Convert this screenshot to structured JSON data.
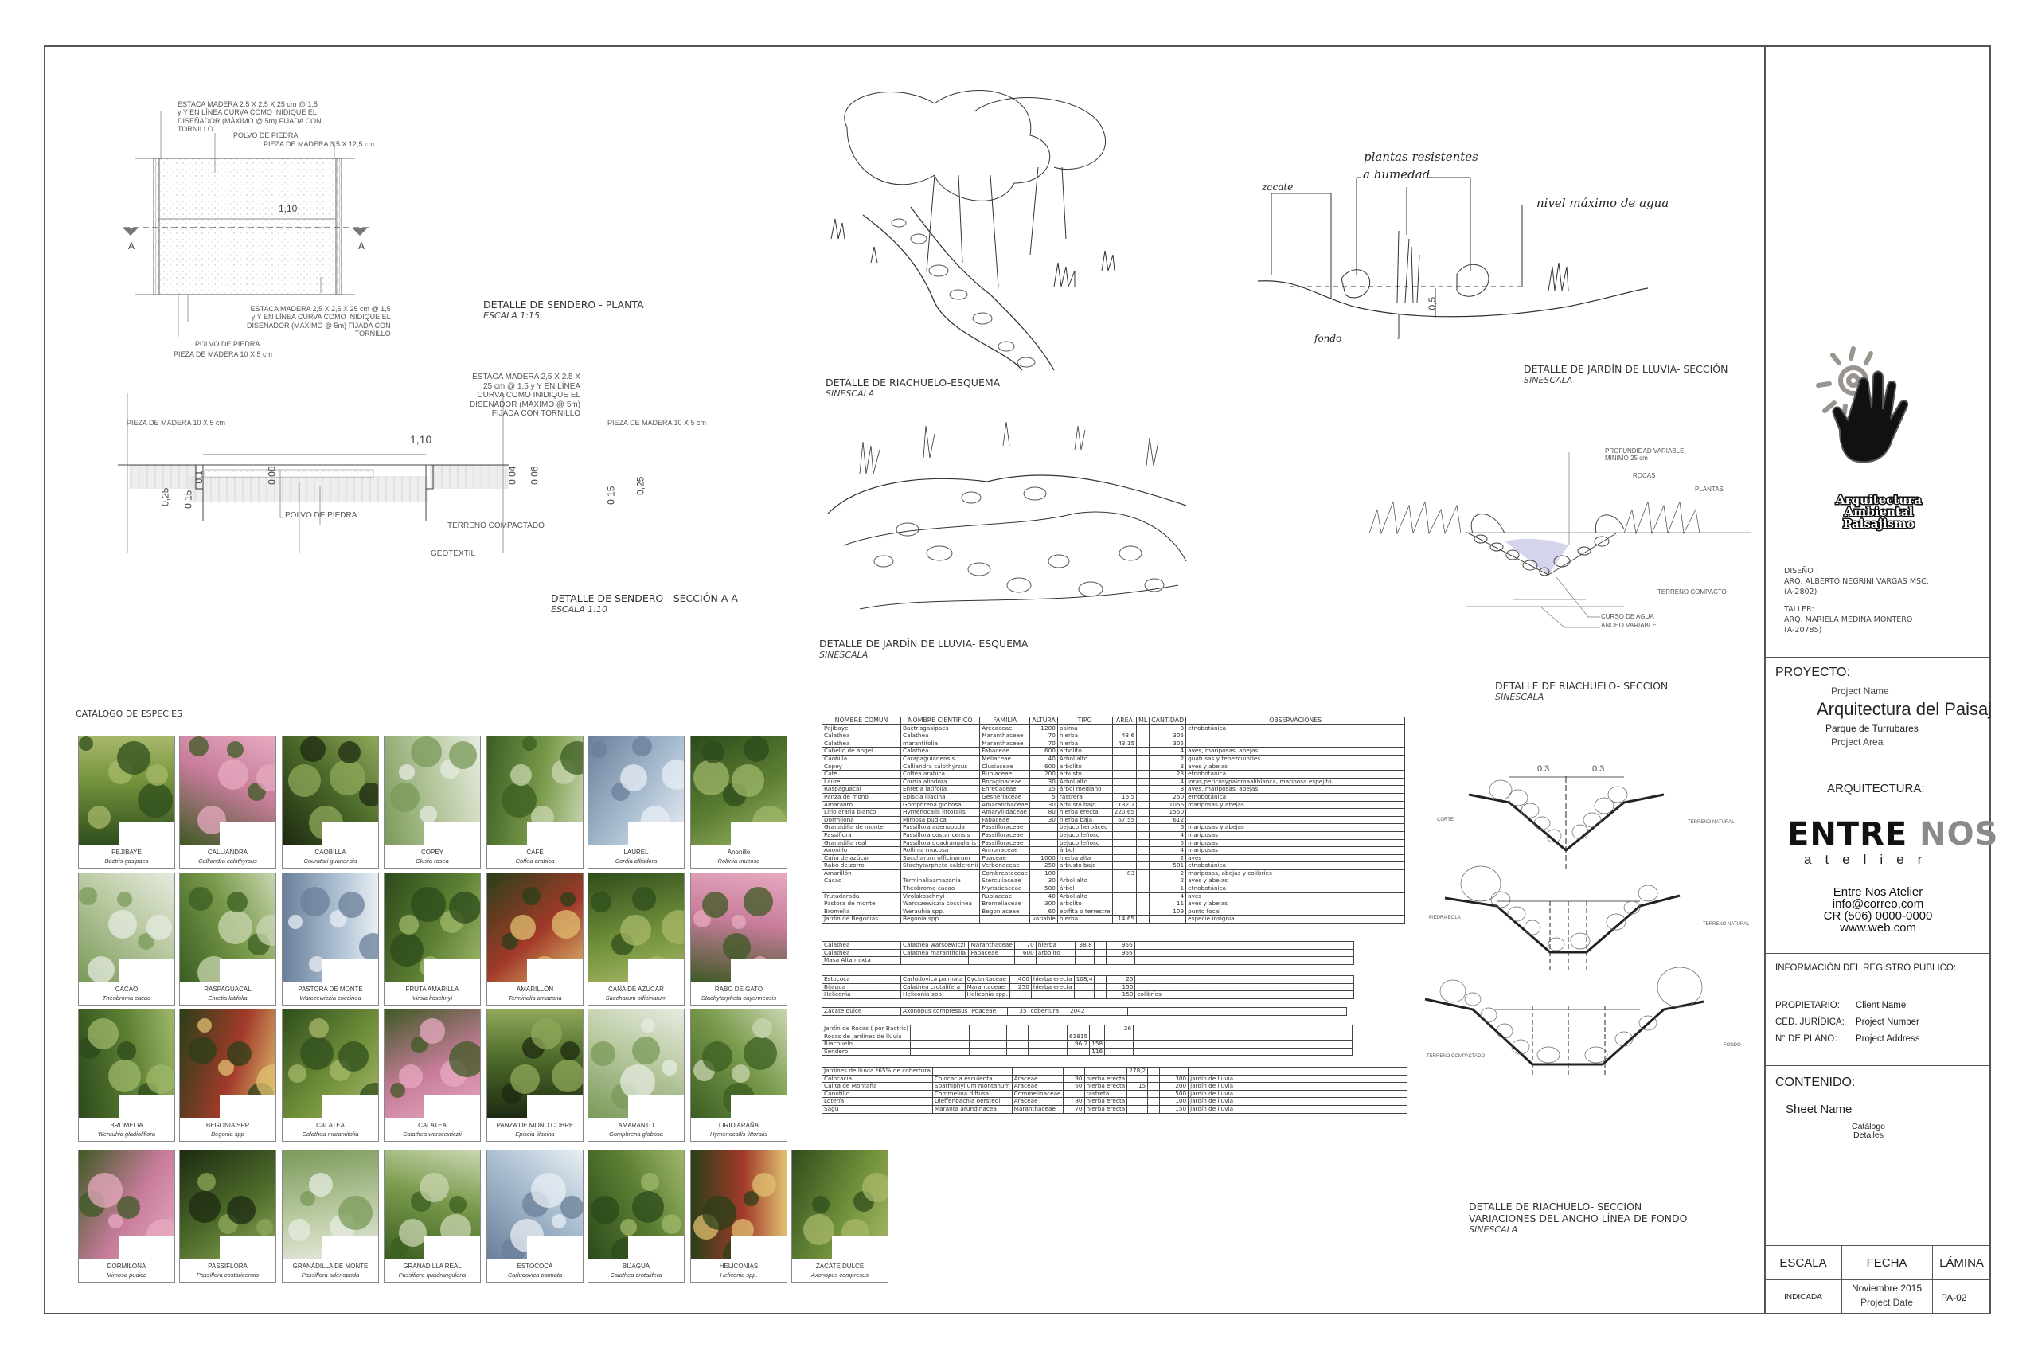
{
  "sheet": {
    "sendero_planta": {
      "title": "DETALLE DE SENDERO - PLANTA",
      "scale": "ESCALA 1:15",
      "notes": {
        "estaca_top": "ESTACA MADERA 2,5 X 2,5 X 25 cm @ 1,5\ny Y EN LÍNEA CURVA COMO INIDIQUE EL\nDISEÑADOR (MÁXIMO @ 5m) FIJADA CON\nTORNILLO",
        "polvo_top": "POLVO DE PIEDRA",
        "pieza_top": "PIEZA DE MADERA 3,5 X 12,5 cm",
        "dimension": "1,10",
        "section_mark": "A",
        "estaca_bottom": "ESTACA MADERA 2,5 X 2,5 X 25 cm @ 1,5\ny Y EN LÍNEA CURVA COMO INIDIQUE EL\nDISEÑADOR (MÁXIMO @ 5m) FIJADA CON\nTORNILLO",
        "polvo_bottom": "POLVO DE PIEDRA",
        "pieza_bottom": "PIEZA DE MADERA 10 X 5 cm"
      }
    },
    "sendero_seccion": {
      "title": "DETALLE DE SENDERO - SECCIÓN A-A",
      "scale": "ESCALA 1:10",
      "notes": {
        "estaca": "ESTACA MADERA 2,5 X 2.5 X\n25 cm @ 1,5 y Y EN LÍNEA\nCURVA COMO INIDIQUE EL\nDISEÑADOR (MÁXIMO @ 5m)\nFIJADA CON TORNILLO",
        "pieza_left": "PIEZA DE MADERA 10 X 5 cm",
        "pieza_right": "PIEZA DE MADERA 10 X 5 cm",
        "dimension": "1,10",
        "polvo": "POLVO DE PIEDRA",
        "terreno": "TERRENO COMPACTADO",
        "geotextil": "GEOTEXTIL",
        "d025": "0,25",
        "d015": "0,15",
        "d01": "0,1",
        "d006": "0,06",
        "d004": "0,04"
      }
    },
    "riachuelo_esquema": {
      "title": "DETALLE DE RIACHUELO-ESQUEMA",
      "scale": "SINESCALA"
    },
    "jardin_esquema": {
      "title": "DETALLE DE JARDÍN DE LLUVIA- ESQUEMA",
      "scale": "SINESCALA"
    },
    "jardin_seccion": {
      "title": "DETALLE DE JARDÍN DE LLUVIA- SECCIÓN",
      "scale": "SINESCALA",
      "notes": {
        "plantas": "plantas resistentes",
        "humedad": "a humedad",
        "zacate": "zacate",
        "nivel": "nivel máximo de agua",
        "fondo": "fondo",
        "dim": "0,5"
      }
    },
    "riachuelo_seccion": {
      "title": "DETALLE DE RIACHUELO- SECCIÓN",
      "scale": "SINESCALA",
      "notes": {
        "profundidad": "PROFUNDIDAD VARIABLE\nMINIMO 25 cm",
        "rocas": "ROCAS",
        "plantas": "PLANTAS",
        "terreno": "TERRENO COMPACTO",
        "curso": "CURSO DE AGUA",
        "ancho": "ANCHO VARIABLE"
      }
    },
    "riachuelo_variaciones": {
      "title": "DETALLE DE RIACHUELO- SECCIÓN",
      "subtitle": "VARIACIONES DEL ANCHO LÍNEA DE FONDO",
      "scale": "SINESCALA",
      "notes": {
        "d03a": "0.3",
        "d03b": "0.3",
        "corte": "CORTE",
        "terreno_natural_1": "TERRENO NATURAL",
        "piedra": "PIEDRA BOLA",
        "terreno_natural_2": "TERRENO NATURAL",
        "terreno_compactado": "TERRENO COMPACTADO",
        "fondo": "FONDO"
      }
    }
  },
  "catalog": {
    "title": "CATÁLOGO DE ESPECIES",
    "rows": [
      [
        {
          "name": "PEJIBAYE",
          "sci": "Bactris gasipaes"
        },
        {
          "name": "CALLIANDRA",
          "sci": "Calliandra calothyrsus"
        },
        {
          "name": "CAOBILLA",
          "sci": "Couratari guanensis"
        },
        {
          "name": "COPEY",
          "sci": "Clusia rosea"
        },
        {
          "name": "CAFÉ",
          "sci": "Coffea arabica"
        },
        {
          "name": "LAUREL",
          "sci": "Cordia alliadora"
        },
        {
          "name": "Anonillo",
          "sci": "Rollinia mucosa"
        }
      ],
      [
        {
          "name": "CACAO",
          "sci": "Theobroma cacao"
        },
        {
          "name": "RASPAGUACAL",
          "sci": "Ehretia latifolia"
        },
        {
          "name": "PASTORA DE MONTE",
          "sci": "Warczewiczia coccinea"
        },
        {
          "name": "FRUTA AMARILLA",
          "sci": "Virola koschnyi"
        },
        {
          "name": "AMARILLÓN",
          "sci": "Terminalia amazona"
        },
        {
          "name": "CAÑA DE AZUCAR",
          "sci": "Saccharum officinarum"
        },
        {
          "name": "RABO DE GATO",
          "sci": "Stachytarpheta cayennensis"
        }
      ],
      [
        {
          "name": "BROMELIA",
          "sci": "Werauhia gladioliflora"
        },
        {
          "name": "BEGONIA SPP",
          "sci": "Begonia spp"
        },
        {
          "name": "CALATEA",
          "sci": "Calathea marantifolia"
        },
        {
          "name": "CALATEA",
          "sci": "Calathea warscewiczii"
        },
        {
          "name": "PANZA DE MONO COBRE",
          "sci": "Episcia lilacina"
        },
        {
          "name": "AMARANTO",
          "sci": "Gomphrena globosa"
        },
        {
          "name": "LIRIO ARAÑA",
          "sci": "Hymenocallis littoralis"
        }
      ],
      [
        {
          "name": "DORMILONA",
          "sci": "Mimosa pudica"
        },
        {
          "name": "PASSIFLORA",
          "sci": "Passiflora costaricensis"
        },
        {
          "name": "GRANADILLA DE MONTE",
          "sci": "Passiflora adenopoda"
        },
        {
          "name": "GRANADILLA REAL",
          "sci": "Passiflora quadrangularis"
        },
        {
          "name": "ESTOCOCA",
          "sci": "Carludovica palmata"
        },
        {
          "name": "BIJAGUA",
          "sci": "Calathea crotalifera"
        },
        {
          "name": "HELICONIAS",
          "sci": "Heliconia spp."
        },
        {
          "name": "ZACATE DULCE",
          "sci": "Axonopus compresus"
        }
      ]
    ]
  },
  "species_table": {
    "headers": [
      "NOMBRE COMUN",
      "NOMBRE CIENTIFICO",
      "FAMILIA",
      "ALTURA",
      "TIPO",
      "AREA",
      "ML",
      "CANTIDAD",
      "OBSERVACIONES"
    ],
    "rows": [
      [
        "Pejibaye",
        "Bactrisgasipaes",
        "Arecaceae",
        "1200",
        "palma",
        "",
        "",
        "3",
        "etnobotánica"
      ],
      [
        "Calathea",
        "Calathea",
        "Maranthaceae",
        "70",
        "hierba",
        "43,6",
        "",
        "305",
        ""
      ],
      [
        "Calathea",
        "marantifolia",
        "Maranthaceae",
        "70",
        "hierba",
        "43,15",
        "",
        "305",
        ""
      ],
      [
        "Cabello de ángel",
        "Calathea",
        "Fabaceae",
        "600",
        "arbolito",
        "",
        "",
        "4",
        "aves, mariposas, abejas"
      ],
      [
        "Caobilla",
        "Carapaguianensis",
        "Meliaceae",
        "40",
        "Árbol alto",
        "",
        "",
        "2",
        "guatusas y tepezcuintles"
      ],
      [
        "Copey",
        "Calliandra calothyrsus",
        "Clusiaceae",
        "600",
        "arbolito",
        "",
        "",
        "3",
        "aves y abejas"
      ],
      [
        "Café",
        "Coffea arabica",
        "Rubiaceae",
        "200",
        "arbusto",
        "",
        "",
        "23",
        "etnobotánica"
      ],
      [
        "Laurel",
        "Cordia aliodora",
        "Boraginaceae",
        "30",
        "Árbol alto",
        "",
        "",
        "4",
        "loras,pericosypalomaaliblanca, mariposa espejito"
      ],
      [
        "Raspaguacal",
        "Ehretia latifolia",
        "Ehretiaceae",
        "15",
        "árbol mediano",
        "",
        "",
        "8",
        "aves, mariposas, abejas"
      ],
      [
        "Panza de mono",
        "Episcia lilacina",
        "Gesneriaceae",
        "5",
        "rastrera",
        "16,5",
        "",
        "250",
        "etnobotánica"
      ],
      [
        "Amaranto",
        "Gomphrena globosa",
        "Amaranthaceae",
        "30",
        "arbusto bajo",
        "132,2",
        "",
        "1056",
        "mariposas y abejas"
      ],
      [
        "Lirio araña blanco",
        "Hymenocalis littoralis",
        "Amaryllidaceae",
        "80",
        "hierba erecta",
        "220,65",
        "",
        "1550",
        ""
      ],
      [
        "Dormilona",
        "Mimosa pudica",
        "Fabaceae",
        "30",
        "hierba baja",
        "67,55",
        "",
        "612",
        ""
      ],
      [
        "Granadilla de monte",
        "Passiflora adenopoda",
        "Passifloraceae",
        "",
        "bejuco herbáceo",
        "",
        "",
        "6",
        "mariposas y abejas"
      ],
      [
        "Passiflora",
        "Passiflora costaricensis",
        "Passifloraceae",
        "",
        "bejuco leñoso",
        "",
        "",
        "4",
        "mariposas"
      ],
      [
        "Granadilla real",
        "Passiflora quadrangularis",
        "Passifloraceae",
        "",
        "bejuco leñoso",
        "",
        "",
        "5",
        "mariposas"
      ],
      [
        "Anonillo",
        "Rollinia mucosa",
        "Annonaceae",
        "",
        "árbol",
        "",
        "",
        "4",
        "mariposas"
      ],
      [
        "Caña de azúcar",
        "Saccharum officinarum",
        "Poaceae",
        "1000",
        "hierba alta",
        "",
        "",
        "2",
        "aves"
      ],
      [
        "Rabo de zorro",
        "Stachytarpheta calderonii",
        "Verbenaceae",
        "250",
        "arbusto bajo",
        "",
        "",
        "581",
        "etnobotánica"
      ],
      [
        "Amarillón",
        "",
        "Combreataceae",
        "100",
        "",
        "83",
        "",
        "2",
        "mariposas, abejas y colibríes"
      ],
      [
        "Cacao",
        "Terminaliaamazonia",
        "Sterculiaceae",
        "30",
        "Árbol alto",
        "",
        "",
        "2",
        "aves y abejas"
      ],
      [
        "",
        "Theobroma cacao",
        "Myristicaceae",
        "500",
        "árbol",
        "",
        "",
        "1",
        "etnobotánica"
      ],
      [
        "Frutadorada",
        "Virolakoschnyi",
        "Rubiaceae",
        "40",
        "Árbol alto",
        "",
        "",
        "4",
        "aves"
      ],
      [
        "Pastora de monte",
        "Warcszewiczia coccinea",
        "Bromeliaceae",
        "300",
        "arbolito",
        "",
        "",
        "11",
        "aves y abejas"
      ],
      [
        "Bromelia",
        "Werauhia spp.",
        "Begoniaceae",
        "60",
        "epífita o terrestre",
        "",
        "",
        "109",
        "punto focal"
      ],
      [
        "Jardín de Begonias",
        "Begonia spp.",
        "",
        "variable",
        "hierba",
        "14,65",
        "",
        "",
        "especie insignia"
      ]
    ],
    "group2": [
      [
        "Calathea",
        "Calathea warscewiczii",
        "Maranthaceae",
        "70",
        "hierba",
        "38,8",
        "",
        "956",
        ""
      ],
      [
        "Calathea",
        "Calathea marantifolia",
        "Fabaceae",
        "600",
        "arbolito",
        "",
        "",
        "956",
        ""
      ],
      [
        "Masa Alta mixta",
        "",
        "",
        "",
        "",
        "",
        "",
        "",
        ""
      ]
    ],
    "group3": [
      [
        "Estococa",
        "Carludovica palmata",
        "Cyclantaceae",
        "400",
        "hierba erecta",
        "108,4",
        "",
        "25",
        ""
      ],
      [
        "Bijagua",
        "Calathea crotalifera",
        "Marantaceae",
        "250",
        "hierba erecta",
        "",
        "",
        "150",
        ""
      ],
      [
        "Heliconia",
        "Heliconia spp.",
        "Heliconia spp.",
        "",
        "",
        "",
        "",
        "150",
        "colibríes"
      ]
    ],
    "group4": [
      [
        "Zacate dulce",
        "Axonopus compressus",
        "Poaceae",
        "35",
        "cobertura",
        "2042",
        "",
        "",
        ""
      ]
    ],
    "group5": [
      [
        "Jardín de Rocas ( por Bactris)",
        "",
        "",
        "",
        "",
        "",
        "",
        "26",
        ""
      ],
      [
        "Rocas de jardines de lluvia",
        "",
        "",
        "",
        "",
        "61815",
        "",
        "",
        ""
      ],
      [
        "Riachuelo",
        "",
        "",
        "",
        "",
        "96,2",
        "158",
        "",
        ""
      ],
      [
        "Sendero",
        "",
        "",
        "",
        "",
        "",
        "116",
        "",
        ""
      ]
    ],
    "group6": [
      [
        "Jardines de lluvia *65% de cobertura",
        "",
        "",
        "",
        "",
        "278,2",
        "",
        "",
        ""
      ],
      [
        "Colocacia",
        "Colocacia esculenta",
        "Araceae",
        "90",
        "hierba erecta",
        "",
        "",
        "300",
        "jardín de lluvia"
      ],
      [
        "Calita de Montaña",
        "Spathiphyllum montanum",
        "Araceae",
        "60",
        "hierba erecta",
        "15",
        "",
        "200",
        "jardín de lluvia"
      ],
      [
        "Canutillo",
        "Commelina diffusa",
        "Commelinaceae",
        "",
        "rastreta",
        "",
        "",
        "500",
        "jardín de lluvia"
      ],
      [
        "Lotería",
        "Dieffenbachia oerstedii",
        "Araceae",
        "80",
        "hierba erecta",
        "",
        "",
        "100",
        "jardín de lluvia"
      ],
      [
        "Sagú",
        "Maranta arundinacea",
        "Maranthaceae",
        "70",
        "hierba erecta",
        "",
        "",
        "150",
        "jardín de lluvia"
      ]
    ]
  },
  "title_block": {
    "logo_text": [
      "Arquitectura",
      "Ambiental",
      "Paisajismo"
    ],
    "diseno_label": "DISEÑO :",
    "diseno_name": "ARQ. ALBERTO NEGRINI VARGAS MSC.",
    "diseno_code": "(A-2802)",
    "taller_label": "TALLER:",
    "taller_name": "ARQ. MARIELA MEDINA MONTERO",
    "taller_code": "(A-20785)",
    "proyecto_label": "PROYECTO:",
    "proyecto_name": "Arquitectura del Paisaje",
    "proyecto_overlay": "Project Name",
    "proyecto_area": "Parque de Turrubares",
    "proyecto_area_overlay": "Project Area",
    "arquitectura_label": "ARQUITECTURA:",
    "brand_entre": "ENTRE",
    "brand_nos": "NOS",
    "brand_atelier": "atelier",
    "firm_name": "Entre Nos Atelier",
    "firm_email": "info@correo.com",
    "firm_phone": "CR (506) 0000-0000",
    "firm_web": "www.web.com",
    "registro_label": "INFORMACIÓN DEL REGISTRO PÚBLICO:",
    "propietario_label": "PROPIETARIO:",
    "propietario_value": "Client Name",
    "cedula_label": "CED. JURÍDICA:",
    "cedula_value": "Project Number",
    "plano_label": "N° DE PLANO:",
    "plano_value": "Project Address",
    "contenido_label": "CONTENIDO:",
    "sheet_name": "Sheet Name",
    "contenido_items": [
      "Catálogo",
      "Detalles"
    ],
    "escala_label": "ESCALA",
    "fecha_label": "FECHA",
    "lamina_label": "LÁMINA",
    "escala_value": "INDICADA",
    "fecha_value": "Noviembre 2015",
    "fecha_overlay": "Project Date",
    "lamina_value": "PA-02"
  }
}
